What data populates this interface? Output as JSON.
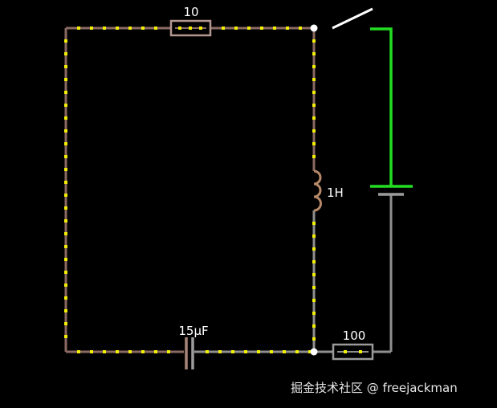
{
  "components": {
    "top_resistor": {
      "label": "10"
    },
    "inductor": {
      "label": "1H"
    },
    "capacitor": {
      "label": "15μF"
    },
    "bottom_resistor": {
      "label": "100"
    },
    "switch": {
      "state": "open"
    },
    "battery": {
      "type": "dc-source"
    }
  },
  "colors": {
    "background": "#000000",
    "wire_active": "#8a6a62",
    "current_dot": "#f2f000",
    "wire_idle": "#8f8f8f",
    "wire_voltage": "#22dd22",
    "node": "#ffffff",
    "label": "#ffffff"
  },
  "watermark": {
    "text": "掘金技术社区 @ freejackman"
  }
}
